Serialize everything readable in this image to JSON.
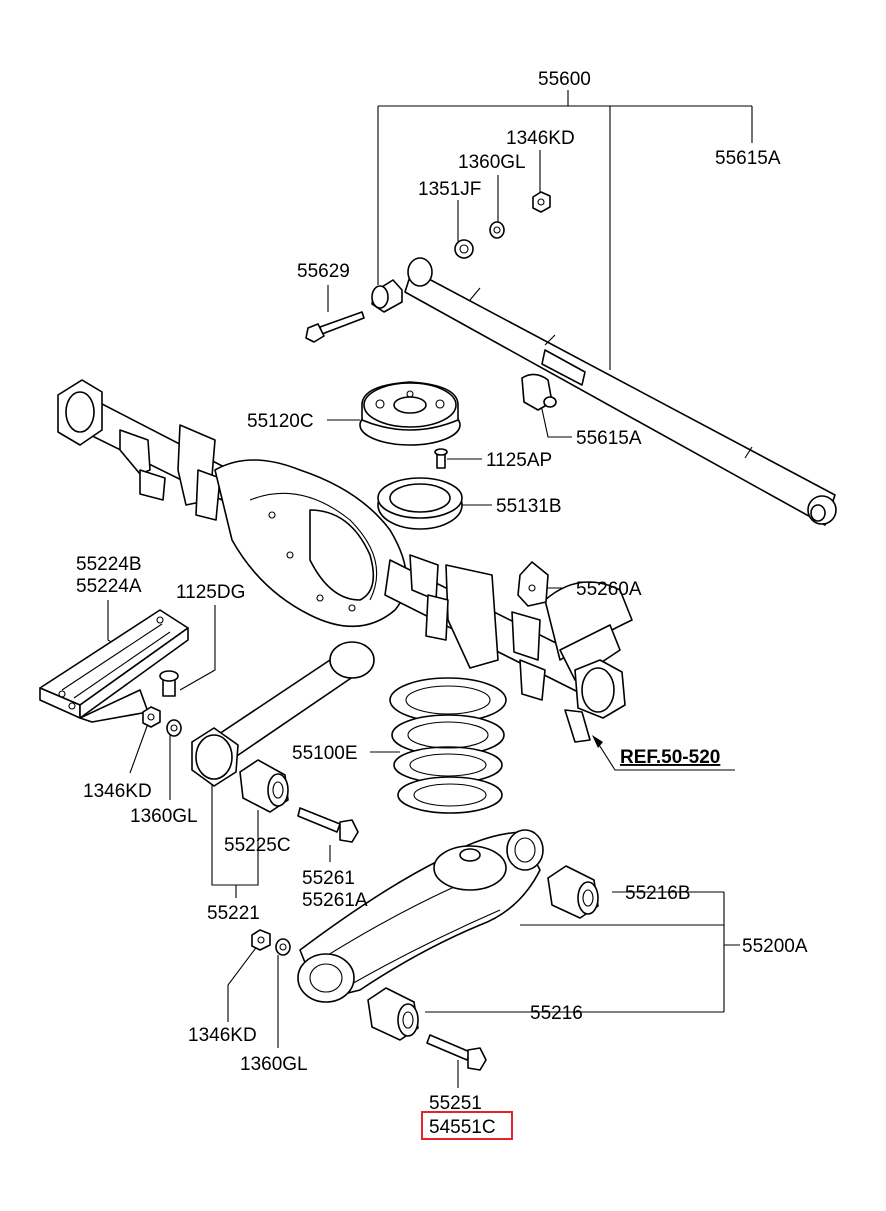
{
  "labels": {
    "p55600": "55600",
    "p1346KD_top": "1346KD",
    "p1360GL_top": "1360GL",
    "p1351JF": "1351JF",
    "p55615A_top": "55615A",
    "p55629": "55629",
    "p55120C": "55120C",
    "p55615A_mid": "55615A",
    "p1125AP": "1125AP",
    "p55131B": "55131B",
    "p55224B": "55224B",
    "p55224A": "55224A",
    "p1125DG": "1125DG",
    "p55260A": "55260A",
    "p55100E": "55100E",
    "ref": "REF.50-520",
    "p1346KD_left": "1346KD",
    "p1360GL_left": "1360GL",
    "p55225C": "55225C",
    "p55261": "55261",
    "p55261A": "55261A",
    "p55221": "55221",
    "p55216B": "55216B",
    "p55200A": "55200A",
    "p1346KD_bot": "1346KD",
    "p1360GL_bot": "1360GL",
    "p55216": "55216",
    "p55251": "55251",
    "p54551C": "54551C"
  },
  "colors": {
    "highlight_box": "#e0262b",
    "line": "#000000",
    "background": "#ffffff"
  },
  "highlighted_part": "54551C"
}
